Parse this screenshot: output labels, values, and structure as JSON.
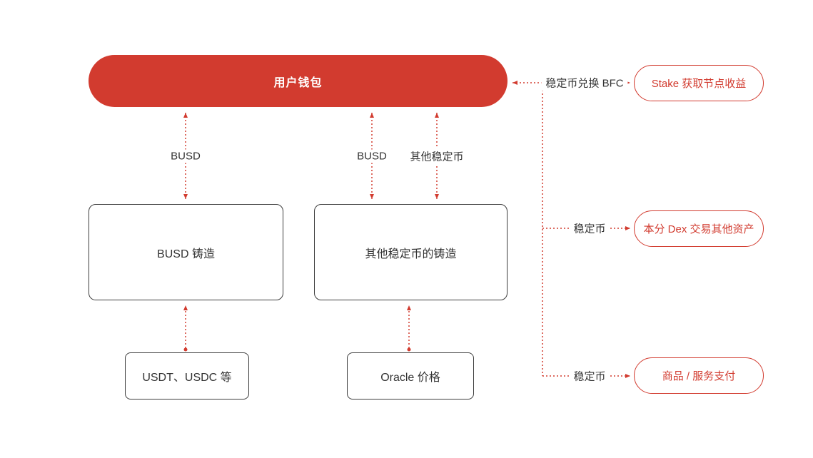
{
  "nodes": {
    "wallet": "用户钱包",
    "busd_mint": "BUSD 铸造",
    "other_mint": "其他稳定币的铸造",
    "usdt_usdc": "USDT、USDC 等",
    "oracle": "Oracle 价格",
    "stake": "Stake 获取节点收益",
    "dex": "本分 Dex 交易其他资产",
    "payment": "商品 / 服务支付"
  },
  "edges": {
    "busd_left": "BUSD",
    "busd_mid": "BUSD",
    "other_stable": "其他稳定币",
    "swap_bfc": "稳定币兑换 BFC",
    "stable_to_dex": "稳定币",
    "stable_to_payment": "稳定币"
  },
  "colors": {
    "accent_red": "#d23b2f",
    "box_border": "#3d3d3d",
    "text_dark": "#333333"
  }
}
